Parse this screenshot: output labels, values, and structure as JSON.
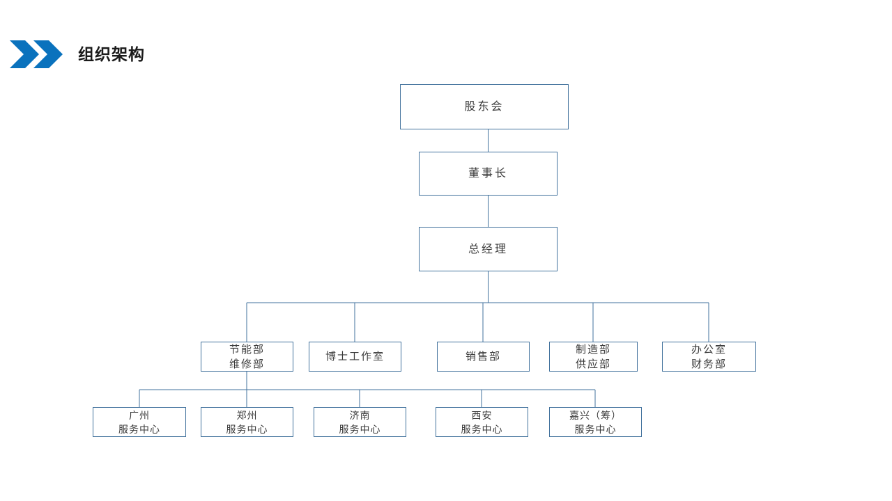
{
  "header": {
    "title": "组织架构",
    "accent_color": "#0a72bd",
    "title_color": "#1a1a1a",
    "icon": "double-chevron-right-icon"
  },
  "chart": {
    "line_color": "#41719c",
    "box_border_color": "#41719c",
    "box_fill": "#ffffff",
    "text_color": "#3a3a3a"
  },
  "org": {
    "shareholders": {
      "label": "股东会"
    },
    "chairman": {
      "label": "董事长"
    },
    "general_manager": {
      "label": "总经理"
    },
    "departments": [
      {
        "label": "节能部\n维修部"
      },
      {
        "label": "博士工作室"
      },
      {
        "label": "销售部"
      },
      {
        "label": "制造部\n供应部"
      },
      {
        "label": "办公室\n财务部"
      }
    ],
    "service_centers": [
      {
        "label": "广州\n服务中心"
      },
      {
        "label": "郑州\n服务中心"
      },
      {
        "label": "济南\n服务中心"
      },
      {
        "label": "西安\n服务中心"
      },
      {
        "label": "嘉兴（筹）\n服务中心"
      }
    ]
  }
}
